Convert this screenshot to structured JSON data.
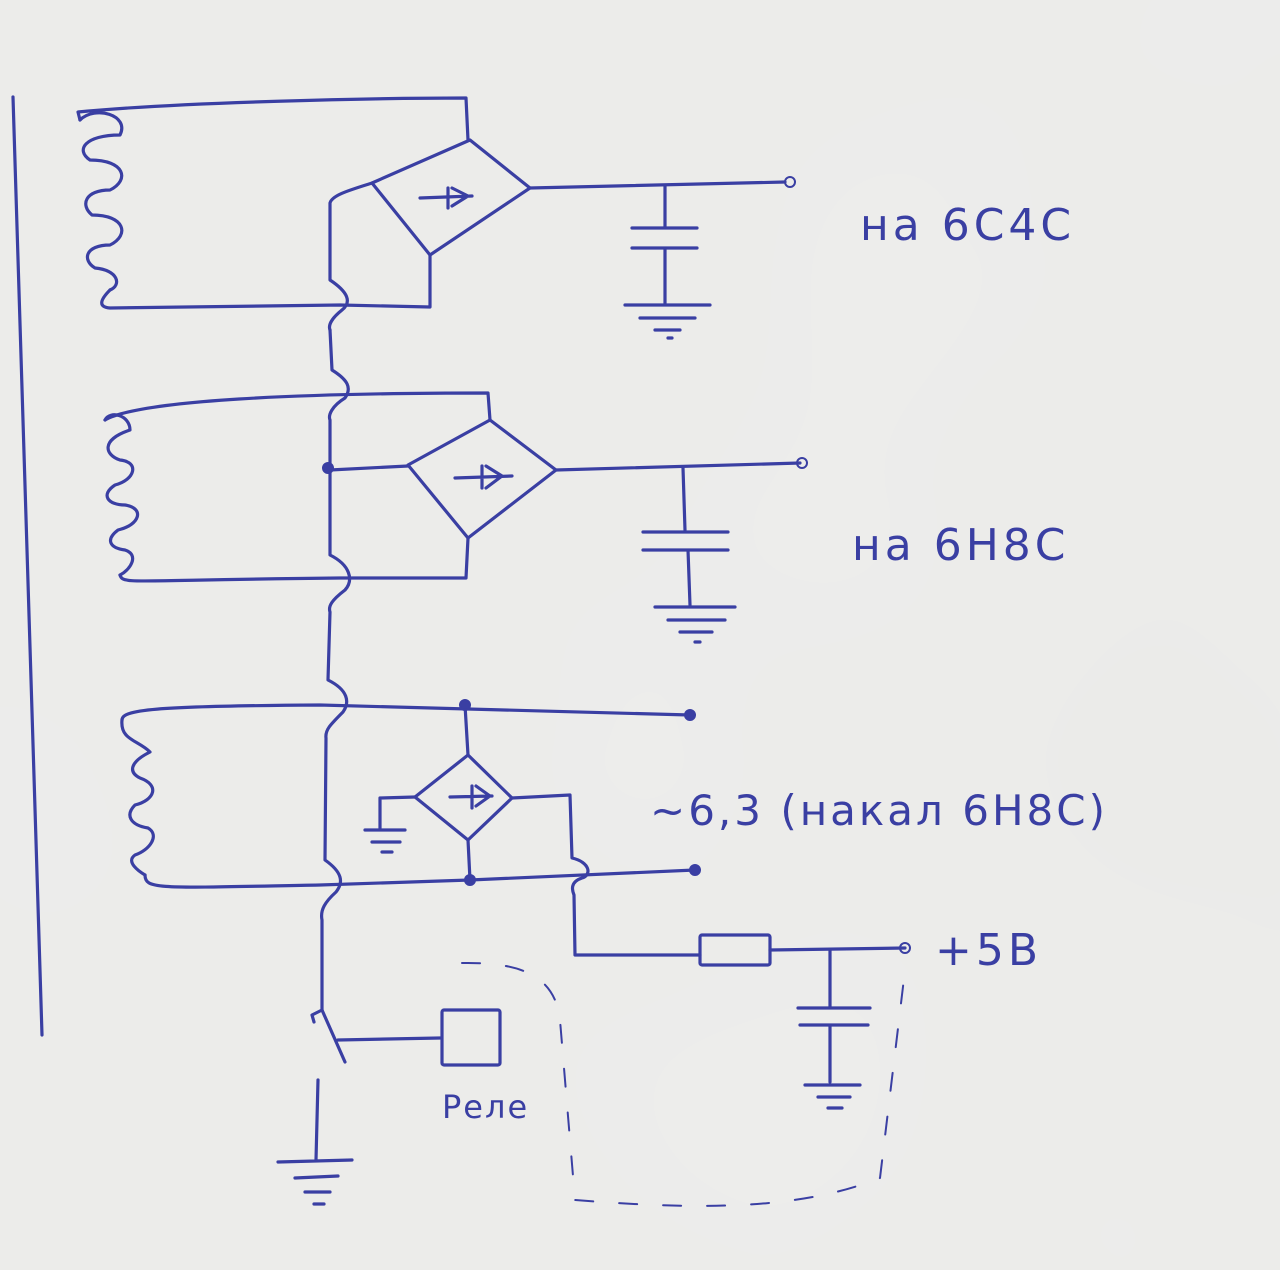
{
  "colors": {
    "paper": "#ebebe9",
    "ink": "#3a3fa3"
  },
  "labels": {
    "out1": "на 6С4С",
    "out2": "на 6Н8С",
    "out3": "~6,3 (накал 6Н8С)",
    "out4": "+5В",
    "relay": "Реле"
  }
}
